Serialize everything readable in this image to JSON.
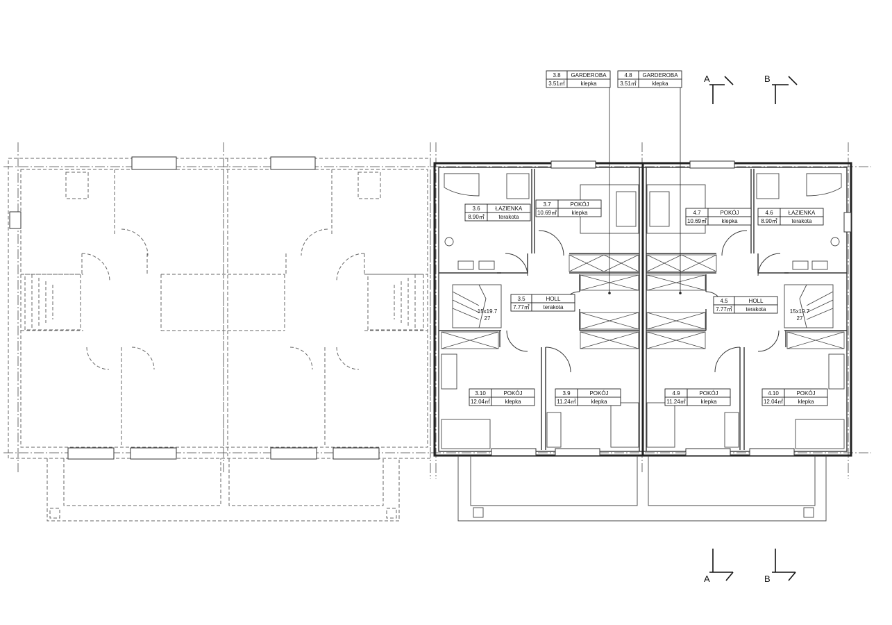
{
  "rooms": [
    {
      "id": "r36",
      "number": "3.6",
      "name": "ŁAZIENKA",
      "area": "8.90㎡",
      "floor": "terakota"
    },
    {
      "id": "r37",
      "number": "3.7",
      "name": "POKÓJ",
      "area": "10.69㎡",
      "floor": "klepka"
    },
    {
      "id": "r47",
      "number": "4.7",
      "name": "POKÓJ",
      "area": "10.69㎡",
      "floor": "klepka"
    },
    {
      "id": "r46",
      "number": "4.6",
      "name": "ŁAZIENKA",
      "area": "8.90㎡",
      "floor": "terakota"
    },
    {
      "id": "r35",
      "number": "3.5",
      "name": "HOLL",
      "area": "7.77㎡",
      "floor": "terakota"
    },
    {
      "id": "r45",
      "number": "4.5",
      "name": "HOLL",
      "area": "7.77㎡",
      "floor": "terakota"
    },
    {
      "id": "r310",
      "number": "3.10",
      "name": "POKÓJ",
      "area": "12.04㎡",
      "floor": "klepka"
    },
    {
      "id": "r39",
      "number": "3.9",
      "name": "POKÓJ",
      "area": "11.24㎡",
      "floor": "klepka"
    },
    {
      "id": "r49",
      "number": "4.9",
      "name": "POKÓJ",
      "area": "11.24㎡",
      "floor": "klepka"
    },
    {
      "id": "r410",
      "number": "4.10",
      "name": "POKÓJ",
      "area": "12.04㎡",
      "floor": "klepka"
    },
    {
      "id": "r38",
      "number": "3.8",
      "name": "GARDEROBA",
      "area": "3.51㎡",
      "floor": "klepka"
    },
    {
      "id": "r48",
      "number": "4.8",
      "name": "GARDEROBA",
      "area": "3.51㎡",
      "floor": "klepka"
    }
  ],
  "stairs": [
    {
      "id": "stair-left",
      "size": "15x19.7",
      "count": "27"
    },
    {
      "id": "stair-right",
      "size": "15x19.7",
      "count": "27"
    }
  ],
  "sections": {
    "a_top": "A",
    "b_top": "B",
    "a_bottom": "A",
    "b_bottom": "B"
  }
}
